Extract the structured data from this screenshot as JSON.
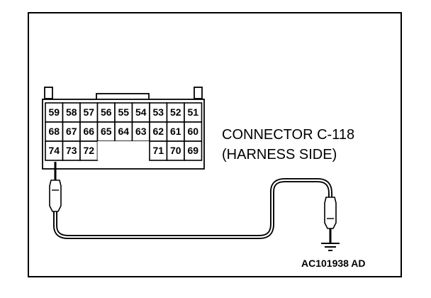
{
  "connector": {
    "pin_rows": [
      [
        "59",
        "58",
        "57",
        "56",
        "55",
        "54",
        "53",
        "52",
        "51"
      ],
      [
        "68",
        "67",
        "66",
        "65",
        "64",
        "63",
        "62",
        "61",
        "60"
      ],
      [
        "74",
        "73",
        "72",
        "",
        "",
        "",
        "71",
        "70",
        "69"
      ]
    ],
    "label_line1": "CONNECTOR C-118",
    "label_line2": "(HARNESS SIDE)"
  },
  "figure_code": "AC101938 AD"
}
